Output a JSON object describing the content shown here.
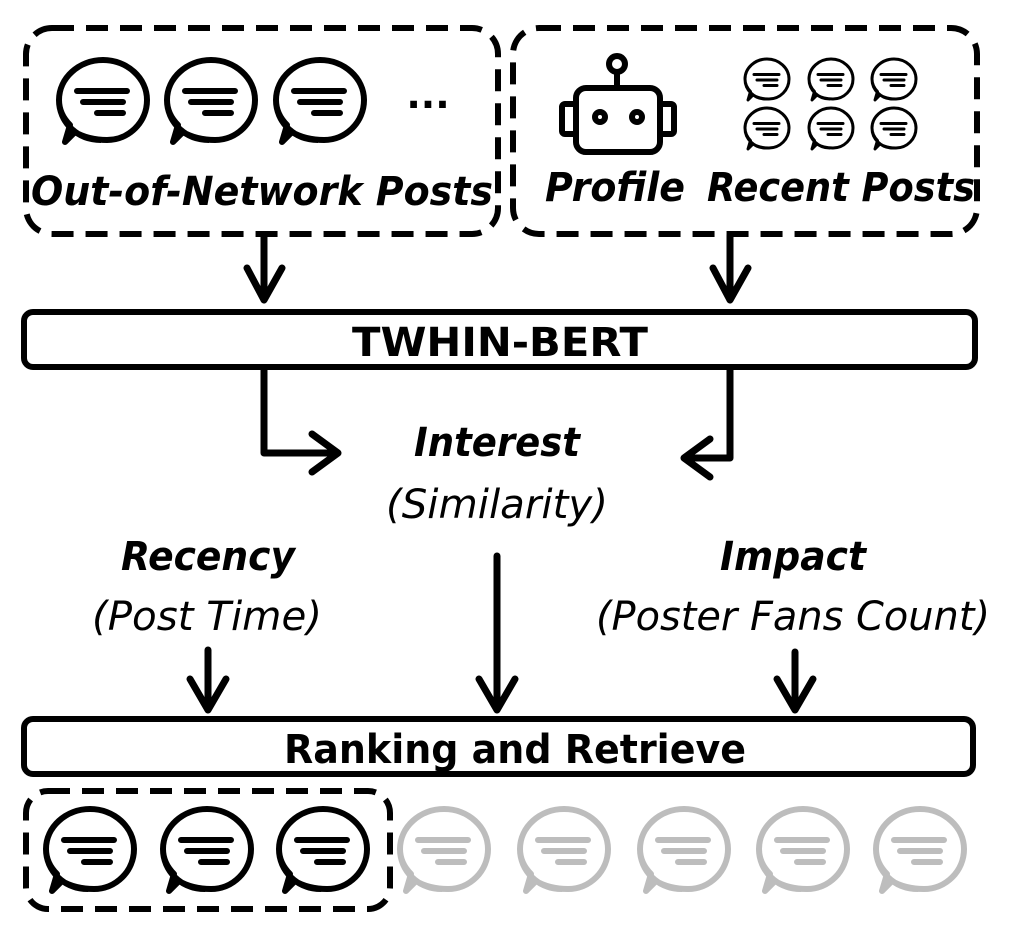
{
  "inputs": {
    "out_of_network": {
      "label": "Out-of-Network Posts",
      "ellipsis": "..."
    },
    "user": {
      "profile_label": "Profile",
      "recent_label": "Recent Posts"
    }
  },
  "encoder": {
    "label": "TWHIN-BERT"
  },
  "signals": {
    "interest": {
      "title": "Interest",
      "subtitle": "(Similarity)"
    },
    "recency": {
      "title": "Recency",
      "subtitle": "(Post Time)"
    },
    "impact": {
      "title": "Impact",
      "subtitle": "(Poster Fans Count)"
    }
  },
  "ranker": {
    "label": "Ranking and Retrieve"
  },
  "colors": {
    "ink": "#000000",
    "faded": "#bdbdbd",
    "background": "#ffffff"
  },
  "icons": {
    "post": "speech-bubble-icon",
    "profile": "robot-icon"
  }
}
